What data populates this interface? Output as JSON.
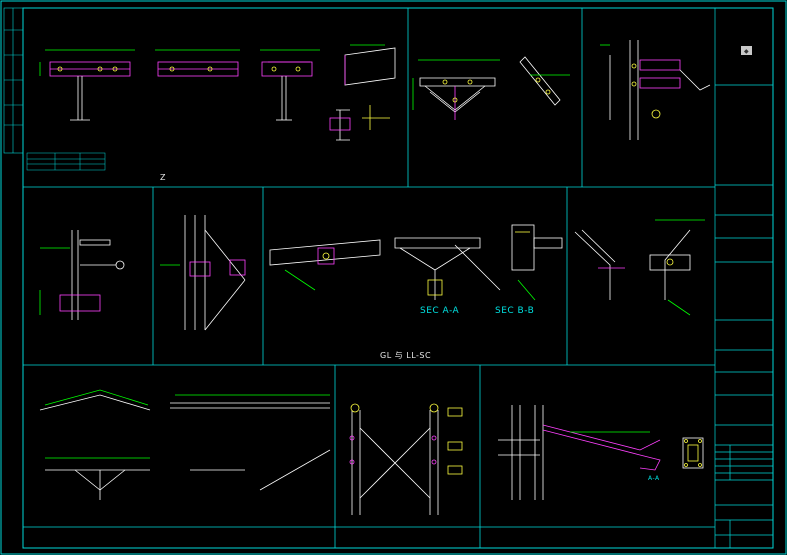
{
  "captions": {
    "z_purlin": "Z",
    "ridge": "",
    "column_top": "",
    "gl_llsc": "GL 与 LL-SC"
  },
  "labels": {
    "sec_aa": "SEC A-A",
    "sec_bb": "SEC B-B",
    "sec_aa_small": "A-A"
  },
  "title_block": {
    "company": "",
    "company_line2": "",
    "project": "",
    "notes_label": "",
    "owner": "",
    "project_name": "",
    "drawing_name": "",
    "design": "",
    "sheet_no": "",
    "drawing_title": "",
    "drawing_code": "",
    "revision": "",
    "date": ""
  },
  "colors": {
    "background": "#000000",
    "frame": "#00d8d8",
    "steel": "#ffffff",
    "plate": "#ff40ff",
    "dimension": "#00ff00",
    "bolt": "#ffff40"
  }
}
